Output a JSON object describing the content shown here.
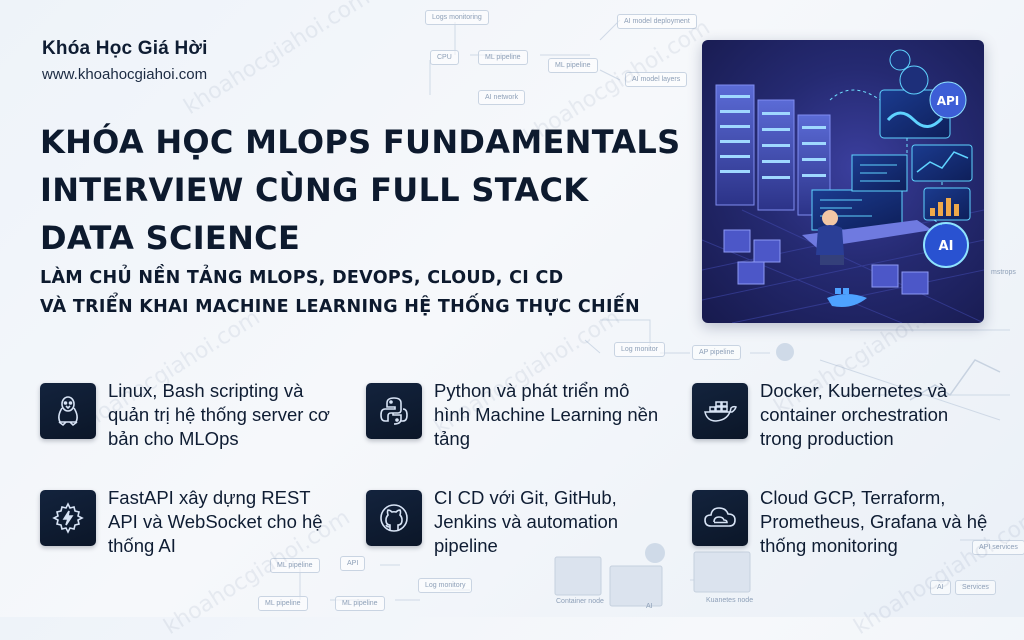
{
  "brand": {
    "name": "Khóa Học Giá Hời",
    "url": "www.khoahocgiahoi.com"
  },
  "title_lines": [
    "KHÓA HỌC MLOPS FUNDAMENTALS",
    "INTERVIEW CÙNG FULL STACK",
    "DATA SCIENCE"
  ],
  "subtitle_lines": [
    "LÀM CHỦ NỀN TẢNG MLOPS, DEVOPS, CLOUD, CI CD",
    "VÀ TRIỂN KHAI MACHINE LEARNING HỆ THỐNG THỰC CHIẾN"
  ],
  "hero_labels": {
    "api": "API",
    "ai": "AI"
  },
  "background_nodes": [
    "Logs monitoring",
    "CPU",
    "ML pipeline",
    "ML pipeline",
    "AI model deployment",
    "AI model layers",
    "AI network",
    "Log monitor",
    "AP pipeline",
    "ML pipeline",
    "API",
    "Log monitory",
    "ML pipeline",
    "ML pipeline",
    "Container node",
    "AI",
    "Kuanetes node",
    "API services",
    "AI",
    "Services",
    "mstrops"
  ],
  "watermark": "khoahocgiahoi.com",
  "features": [
    {
      "icon": "linux-penguin-icon",
      "text": "Linux, Bash scripting và quản trị hệ thống server cơ bản cho MLOps"
    },
    {
      "icon": "python-icon",
      "text": "Python và phát triển mô hình Machine Learning nền tảng"
    },
    {
      "icon": "docker-icon",
      "text": "Docker, Kubernetes và container orchestration trong production"
    },
    {
      "icon": "fastapi-bolt-gear-icon",
      "text": "FastAPI xây dựng REST API và WebSocket cho hệ thống AI"
    },
    {
      "icon": "github-octocat-icon",
      "text": "CI CD với Git, GitHub, Jenkins và automation pipeline"
    },
    {
      "icon": "cloud-icon",
      "text": "Cloud GCP, Terraform, Prometheus, Grafana và hệ thống monitoring"
    }
  ],
  "colors": {
    "accent_dark": "#0d1a2e",
    "icon_bg": "#13233d",
    "icon_stroke": "#d7e3f5",
    "hero_bg": "#252a72",
    "hero_glow": "#35d3ff"
  }
}
